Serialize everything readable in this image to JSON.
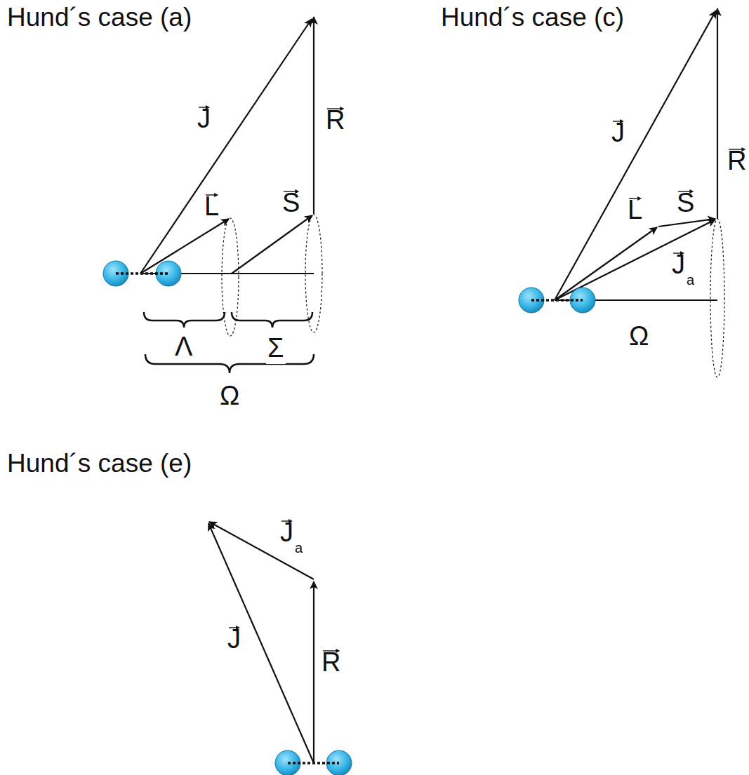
{
  "diagram": {
    "labels": [
      "Hund´s case (a)",
      "J",
      "R",
      "L",
      "S",
      "Λ",
      "Σ",
      "Ω",
      "Hund´s case (c)",
      "J",
      "R",
      "L",
      "S",
      "J",
      "a",
      "Ω",
      "Hund´s case (e)",
      "J",
      "a",
      "J",
      "R"
    ]
  }
}
